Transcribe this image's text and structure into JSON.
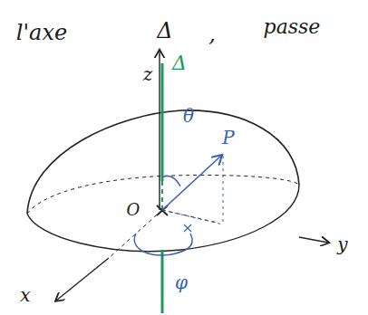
{
  "diagram": {
    "labels": [
      "l'axe",
      "Δ",
      ",",
      "passe",
      "z",
      "Δ",
      "θ",
      "P",
      "O",
      "y",
      "x",
      "φ"
    ]
  }
}
